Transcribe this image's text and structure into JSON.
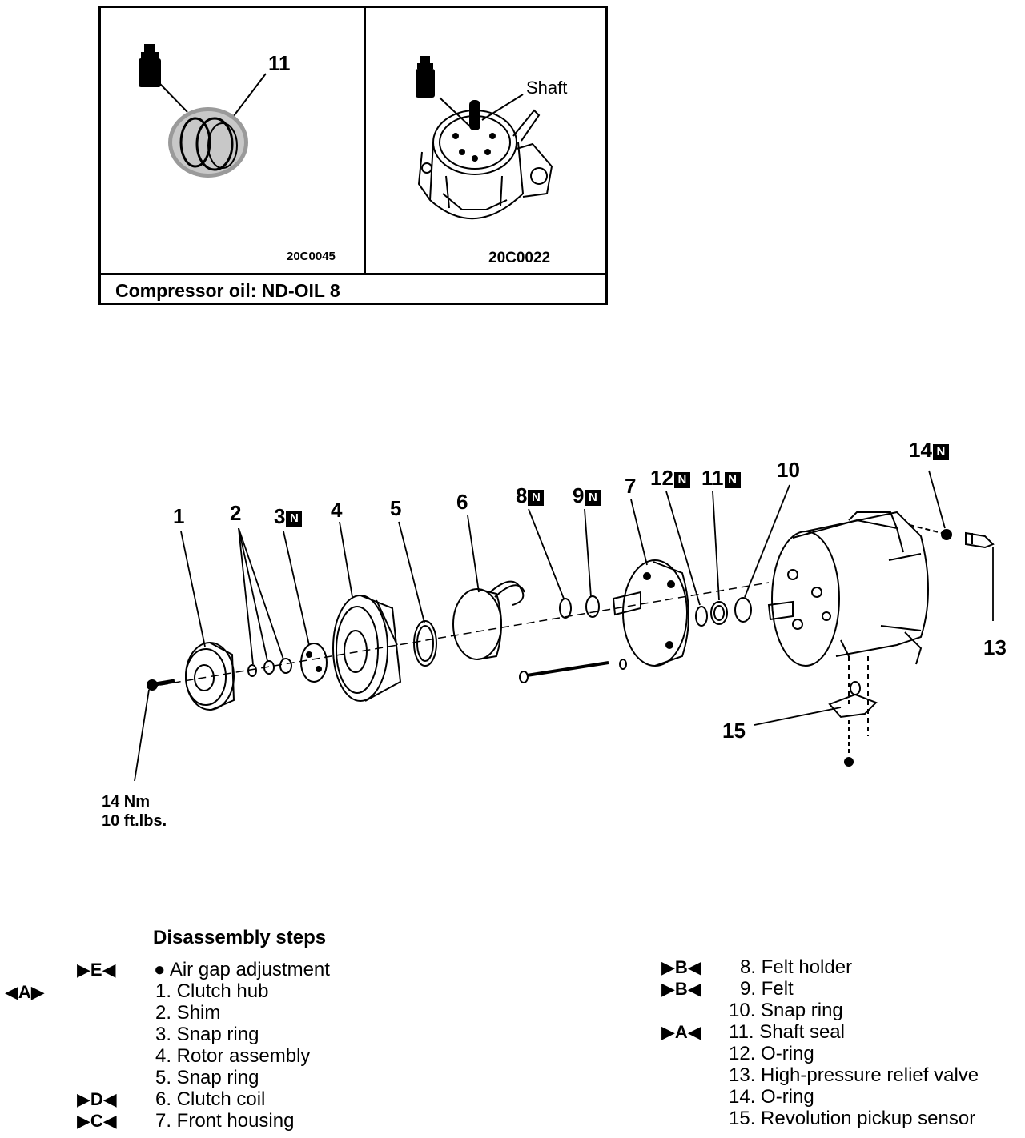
{
  "oil_box": {
    "left_code": "20C0045",
    "left_callout": "11",
    "right_code": "20C0022",
    "right_callout": "Shaft",
    "caption": "Compressor oil: ND-OIL 8"
  },
  "diagram": {
    "torque_value": "14 Nm",
    "torque_imperial": "10 ft.lbs.",
    "new_part_mark": "N",
    "callouts": {
      "c1": "1",
      "c2": "2",
      "c3": "3",
      "c4": "4",
      "c5": "5",
      "c6": "6",
      "c7": "7",
      "c8": "8",
      "c9": "9",
      "c10": "10",
      "c11": "11",
      "c12": "12",
      "c13": "13",
      "c14": "14",
      "c15": "15"
    }
  },
  "steps": {
    "title": "Disassembly steps",
    "left": [
      {
        "marker": "▶E◀",
        "text": "●  Air gap adjustment"
      },
      {
        "marker": "",
        "text": "1. Clutch hub"
      },
      {
        "marker": "",
        "text": "2. Shim"
      },
      {
        "marker": "",
        "text": "3. Snap ring"
      },
      {
        "marker": "",
        "text": "4. Rotor assembly"
      },
      {
        "marker": "",
        "text": "5. Snap ring"
      },
      {
        "marker": "▶D◀",
        "text": "6. Clutch coil"
      },
      {
        "marker": "▶C◀",
        "text": "7. Front housing"
      }
    ],
    "left_outer_marker": "◀A▶",
    "right": [
      {
        "marker": "▶B◀",
        "text": "8. Felt holder"
      },
      {
        "marker": "▶B◀",
        "text": "9. Felt"
      },
      {
        "marker": "",
        "text": "10. Snap ring"
      },
      {
        "marker": "▶A◀",
        "text": "11. Shaft seal"
      },
      {
        "marker": "",
        "text": "12. O-ring"
      },
      {
        "marker": "",
        "text": "13. High-pressure relief valve"
      },
      {
        "marker": "",
        "text": "14. O-ring"
      },
      {
        "marker": "",
        "text": "15. Revolution pickup sensor"
      }
    ]
  }
}
